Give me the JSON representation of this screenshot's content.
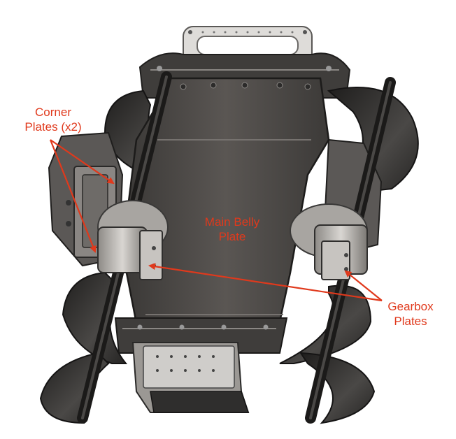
{
  "colors": {
    "annotation": "#e0391c",
    "body_dark": "#4a4744",
    "metal_light": "#d4d2cf",
    "auger": "#2d2c2b",
    "background": "#ffffff"
  },
  "labels": {
    "corner_plates": {
      "line1": "Corner",
      "line2": "Plates (x2)"
    },
    "main_belly_plate": {
      "line1": "Main Belly",
      "line2": "Plate"
    },
    "gearbox_plates": {
      "line1": "Gearbox",
      "line2": "Plates"
    }
  }
}
